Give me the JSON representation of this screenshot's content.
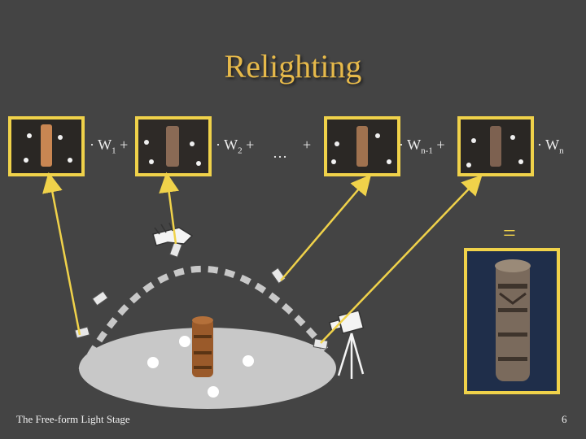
{
  "slide": {
    "title": "Relighting",
    "footer": "The Free-form Light Stage",
    "page_number": "6",
    "equals_sign": "="
  },
  "equation": {
    "term_prefix": "· W",
    "plus": "+",
    "ellipsis": "…",
    "weights": [
      {
        "subscript": "1",
        "suffix": " +"
      },
      {
        "subscript": "2",
        "suffix": " +"
      },
      {
        "subscript": "n-1",
        "suffix": " +"
      },
      {
        "subscript": "n",
        "suffix": ""
      }
    ]
  },
  "colors": {
    "background": "#444444",
    "title": "#e6b94a",
    "frame": "#f0d24a",
    "arrow": "#f0d24a",
    "dome": "#c8c8c8"
  }
}
